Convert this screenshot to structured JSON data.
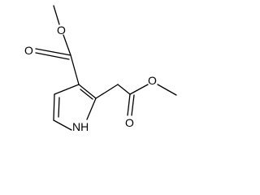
{
  "molecule": {
    "ring_nh_label": "NH",
    "ester_carbonyl_oxygen_label": "O",
    "ester_ether_oxygen_label": "O",
    "side_carbonyl_oxygen_label": "O",
    "side_ether_oxygen_label": "O"
  }
}
